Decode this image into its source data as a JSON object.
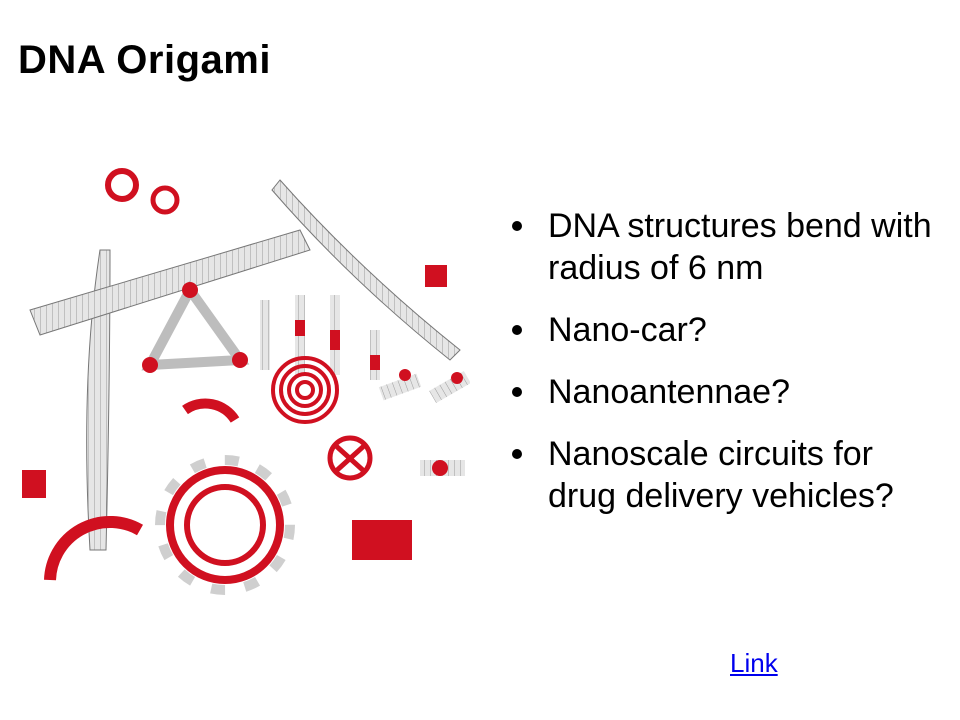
{
  "slide": {
    "title": "DNA Origami"
  },
  "bullets": [
    "DNA structures bend with radius of 6 nm",
    "Nano-car?",
    "Nanoantennae?",
    "Nanoscale circuits for drug delivery vehicles?"
  ],
  "link": {
    "label": "Link"
  },
  "colors": {
    "accent_red": "#d01020",
    "strand_gray": "#d8d8d8"
  },
  "illustration": {
    "subject": "dna-origami-structures-icon"
  }
}
